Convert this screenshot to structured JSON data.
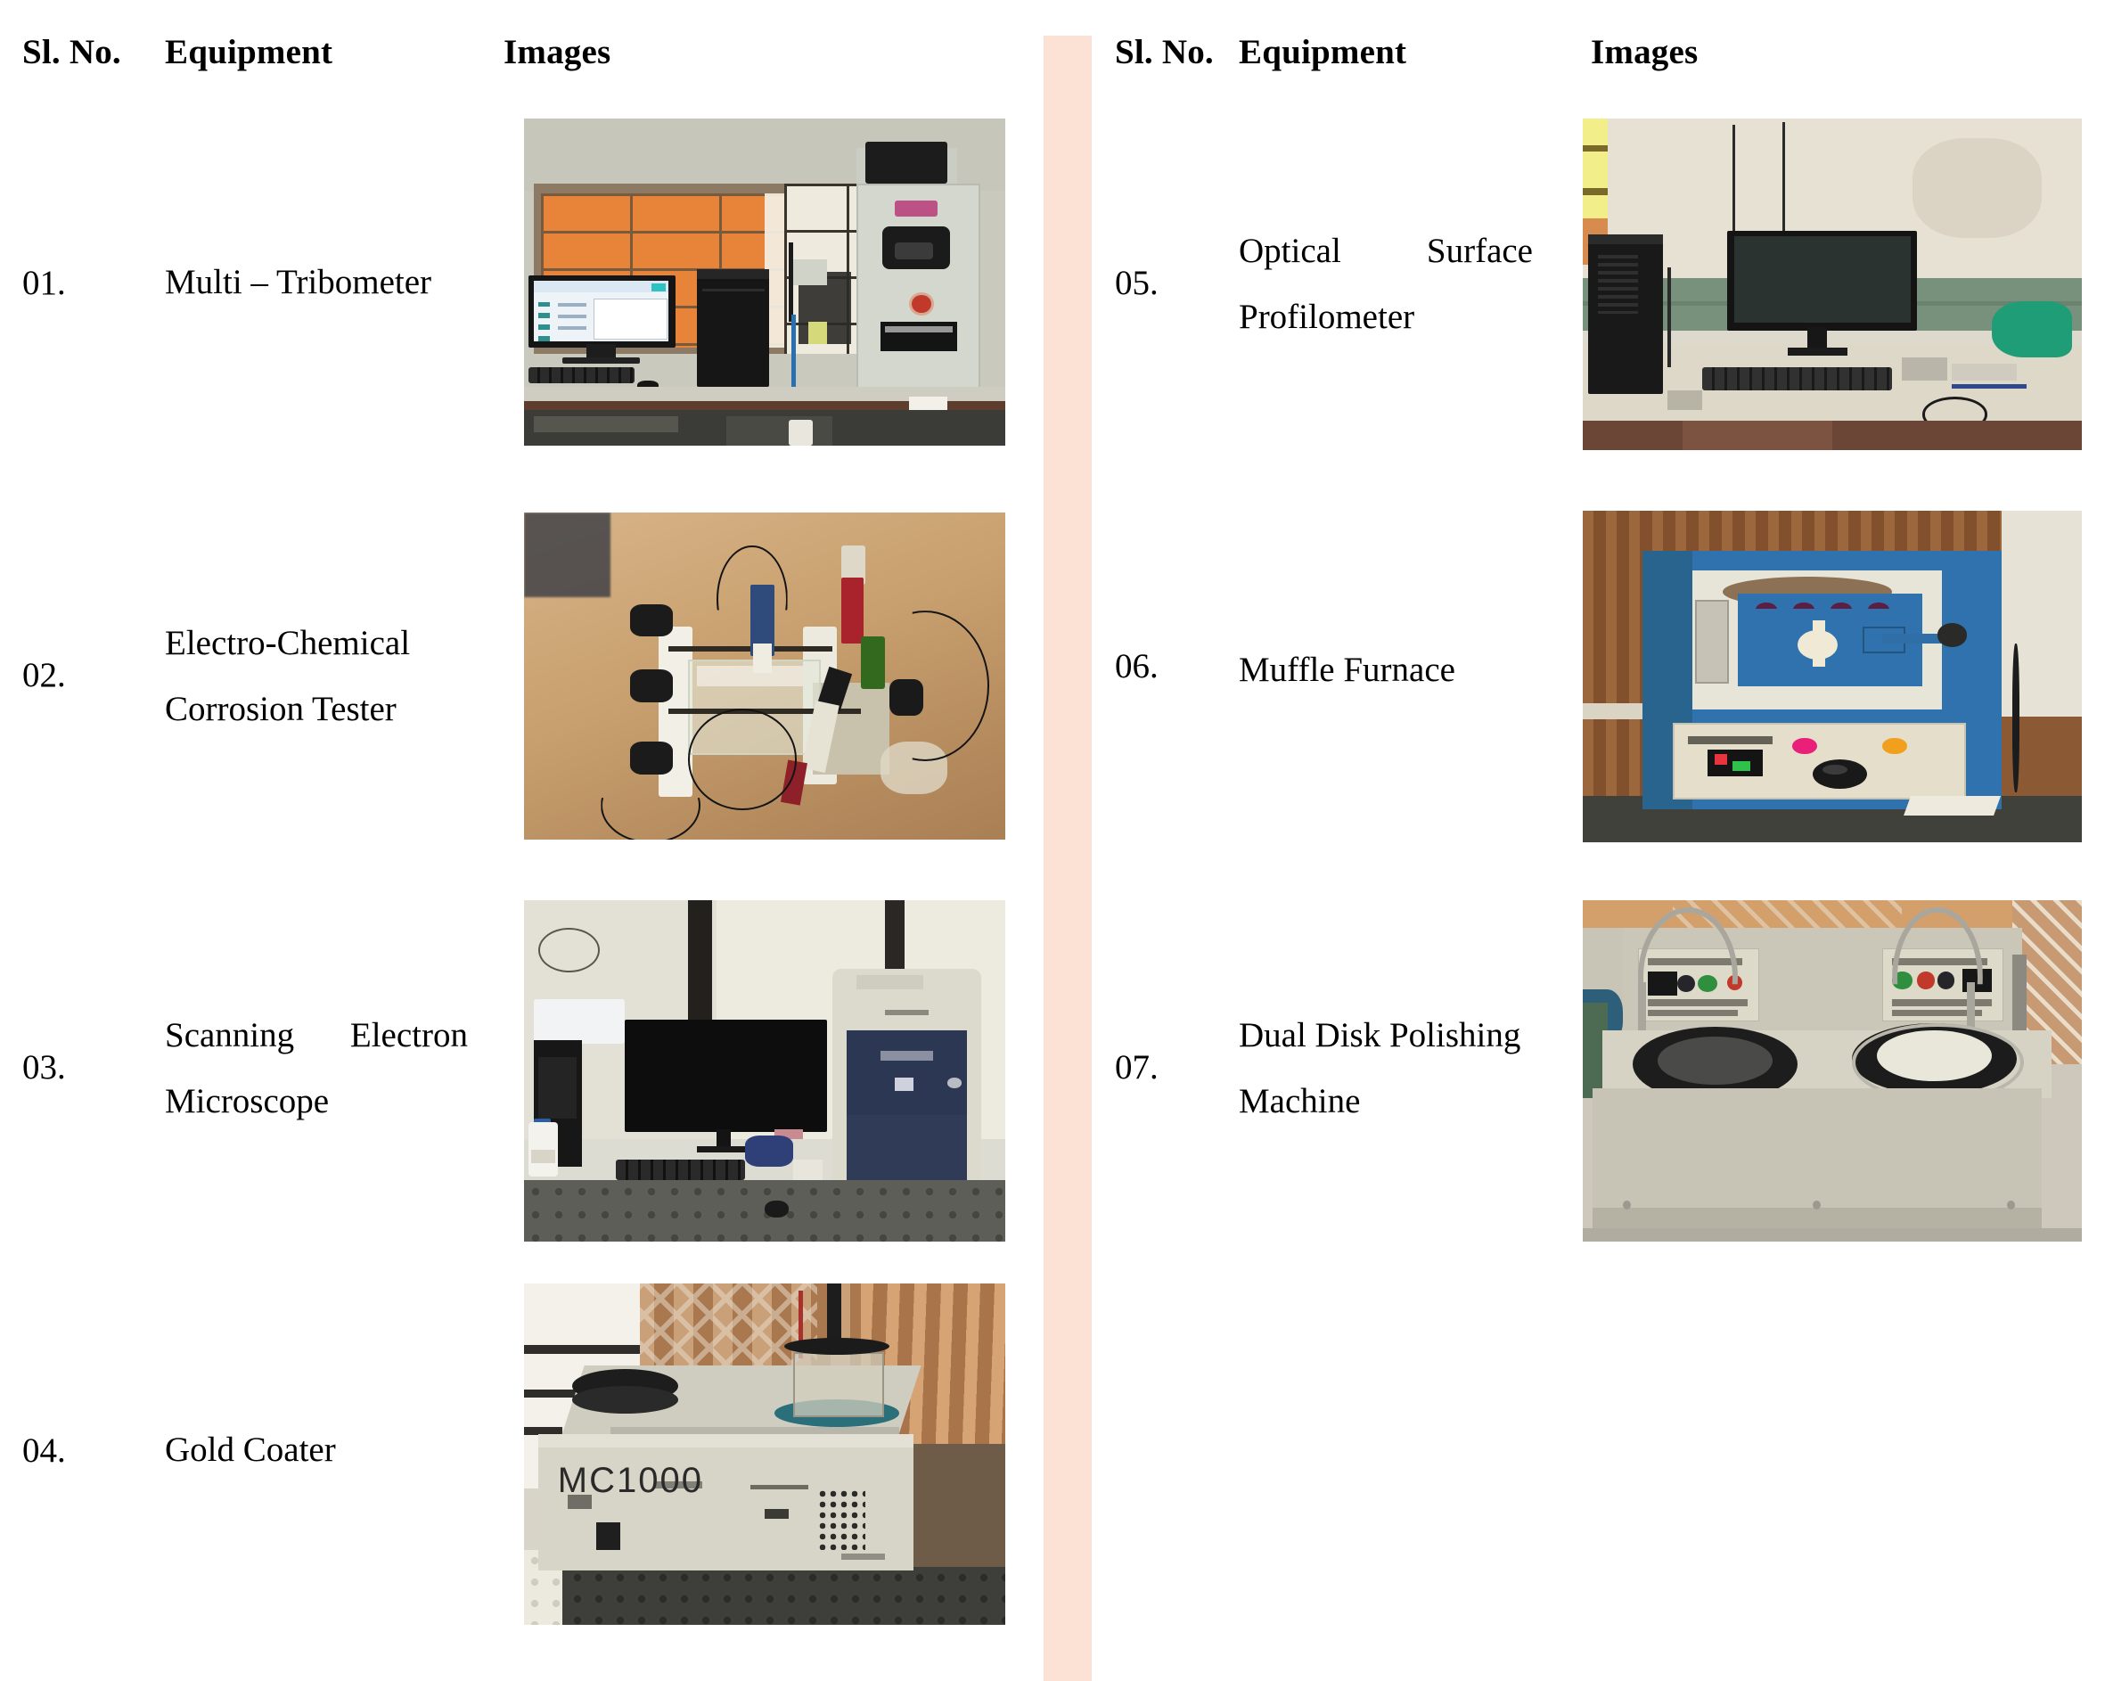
{
  "document": {
    "type": "equipment-table",
    "divider_color": "#fbe2d5",
    "columns": [
      {
        "id": "left",
        "headers": {
          "sl_no": "Sl. No.",
          "equipment": "Equipment",
          "images": "Images"
        },
        "rows": [
          {
            "sl_no": "01.",
            "equipment": "Multi – Tribometer",
            "equipment_lines": [
              "Multi – Tribometer"
            ],
            "image_alt": "Multi-Tribometer lab setup with computer workstation and grey test machine"
          },
          {
            "sl_no": "02.",
            "equipment": "Electro-Chemical Corrosion Tester",
            "equipment_lines": [
              "Electro-Chemical",
              "Corrosion Tester"
            ],
            "image_alt": "Electro-chemical corrosion cell with electrodes on a wooden bench"
          },
          {
            "sl_no": "03.",
            "equipment": "Scanning Electron Microscope",
            "equipment_lines": [
              "Scanning Electron",
              "Microscope"
            ],
            "image_alt": "Scanning electron microscope with monitor, keyboard and tower on optical table"
          },
          {
            "sl_no": "04.",
            "equipment": "Gold Coater",
            "equipment_lines": [
              "Gold Coater"
            ],
            "image_alt": "MC1000 gold sputter coater on perforated table with patterned curtain"
          }
        ]
      },
      {
        "id": "right",
        "headers": {
          "sl_no": "Sl. No.",
          "equipment": "Equipment",
          "images": "Images"
        },
        "rows": [
          {
            "sl_no": "05.",
            "equipment": "Optical Surface Profilometer",
            "equipment_lines": [
              "Optical Surface",
              "Profilometer"
            ],
            "image_alt": "Optical surface profilometer workstation with monitor and PC against green dado wall"
          },
          {
            "sl_no": "06.",
            "equipment": "Muffle Furnace",
            "equipment_lines": [
              "Muffle Furnace"
            ],
            "image_alt": "Blue muffle furnace with cream control panel, digital display and indicator lamps"
          },
          {
            "sl_no": "07.",
            "equipment": "Dual Disk Polishing Machine",
            "equipment_lines": [
              "Dual Disk Polishing",
              "Machine"
            ],
            "image_alt": "Dual disk polishing machine with two black polishing discs and control panels"
          }
        ]
      }
    ],
    "image_labels": {
      "gold_coater_model": "MC1000"
    }
  }
}
